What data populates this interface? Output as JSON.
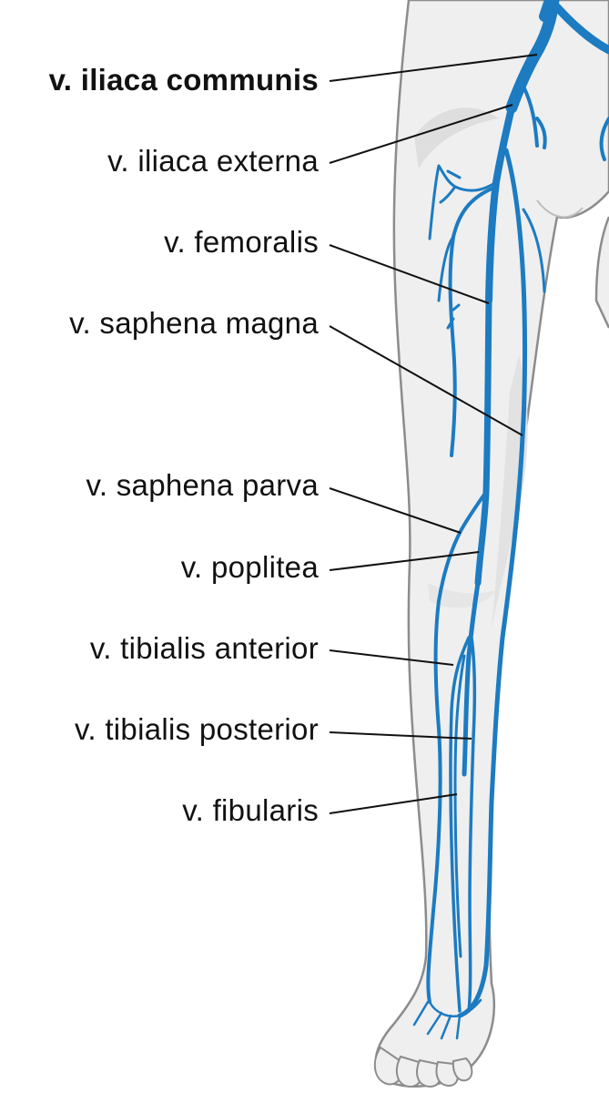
{
  "colors": {
    "vein": "#1c7bc1",
    "vein_dark": "#155f99",
    "skin": "#efefef",
    "skin_shadow": "#dedede",
    "outline": "#8c8c8c",
    "leader": "#111111"
  },
  "labels": [
    {
      "text": "v. iliaca communis",
      "bold": true
    },
    {
      "text": "v. iliaca externa",
      "bold": false
    },
    {
      "text": "v. femoralis",
      "bold": false
    },
    {
      "text": "v. saphena magna",
      "bold": false
    },
    {
      "text": "v. saphena parva",
      "bold": false
    },
    {
      "text": "v. poplitea",
      "bold": false
    },
    {
      "text": "v. tibialis anterior",
      "bold": false
    },
    {
      "text": "v. tibialis posterior",
      "bold": false
    },
    {
      "text": "v. fibularis",
      "bold": false
    }
  ]
}
